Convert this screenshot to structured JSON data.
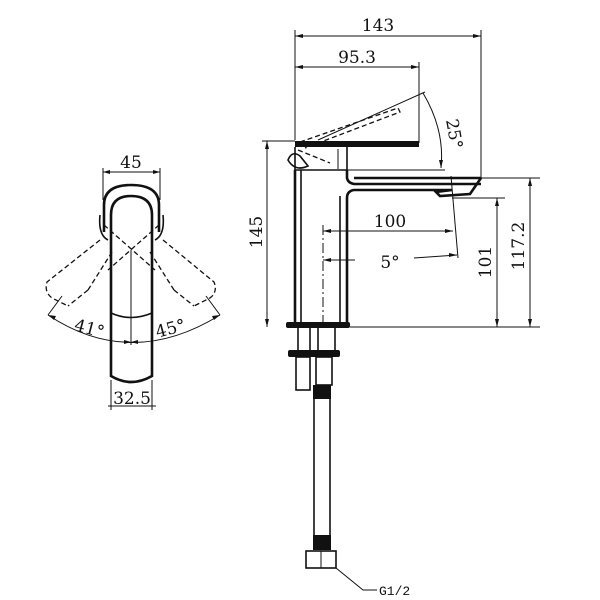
{
  "title": "Basin mixer faucet technical drawing",
  "top_view": {
    "width_label": "45",
    "base_width_label": "32.5",
    "left_rotation_label": "41°",
    "right_rotation_label": "45°"
  },
  "side_view": {
    "overall_length_label": "143",
    "lever_length_label": "95.3",
    "lever_angle_label": "25°",
    "overall_height_label": "145",
    "spout_reach_label": "100",
    "spout_angle_label": "5°",
    "outlet_height_label": "101",
    "spout_height_label": "117.2",
    "connection_label": "G1/2"
  }
}
